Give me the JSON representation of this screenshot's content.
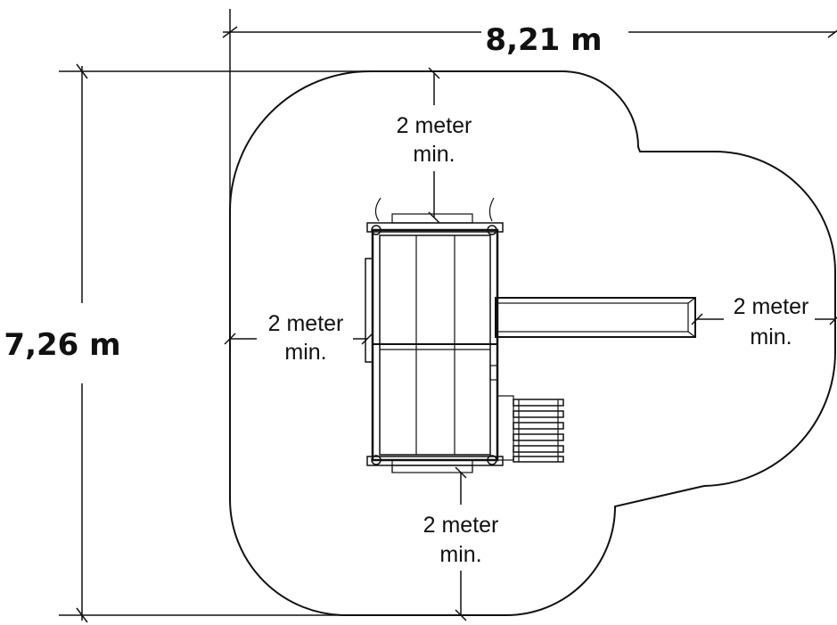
{
  "dimensions": {
    "overall_width": "8,21 m",
    "overall_depth": "7,26 m"
  },
  "clearances": {
    "top": {
      "line1": "2 meter",
      "line2": "min."
    },
    "left": {
      "line1": "2 meter",
      "line2": "min."
    },
    "right": {
      "line1": "2 meter",
      "line2": "min."
    },
    "bottom": {
      "line1": "2 meter",
      "line2": "min."
    }
  }
}
